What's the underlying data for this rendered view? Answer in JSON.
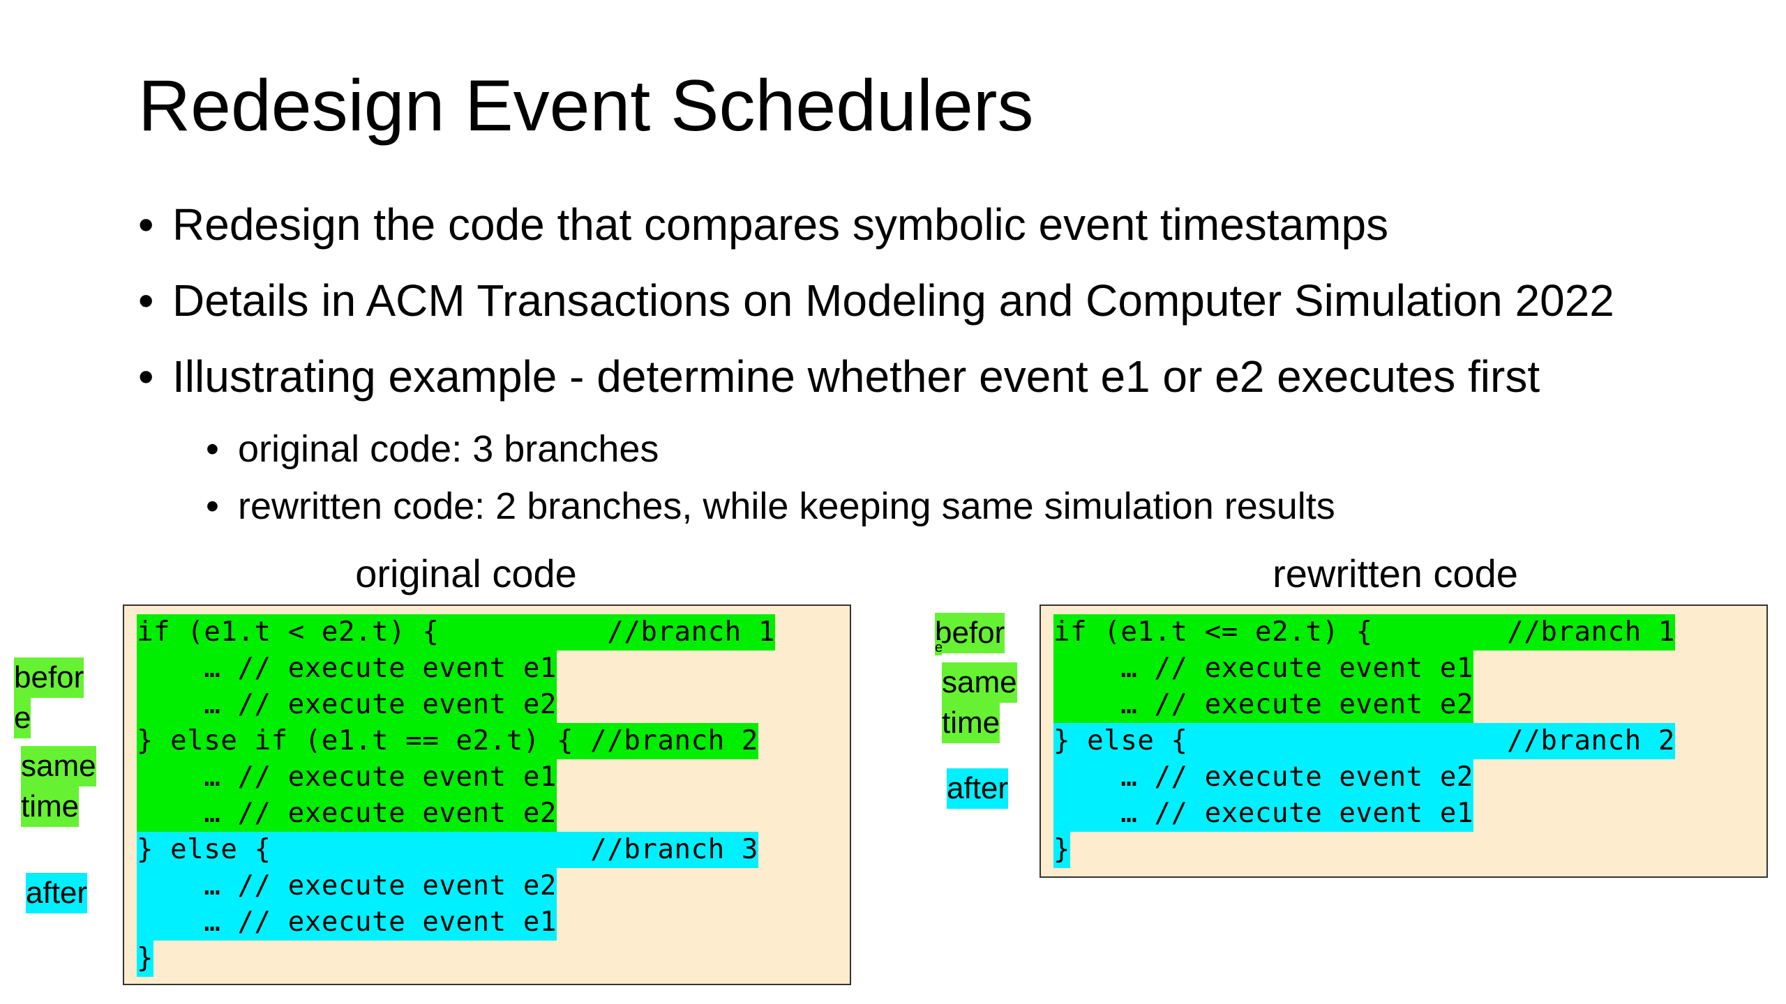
{
  "slide": {
    "title": "Redesign Event Schedulers",
    "bullets": [
      "Redesign the code that compares symbolic event timestamps",
      "Details in ACM Transactions on Modeling and Computer Simulation 2022",
      "Illustrating example -  determine whether event e1 or e2 executes first"
    ],
    "sub_bullets": [
      "original code: 3 branches",
      "rewritten code: 2 branches, while keeping same simulation results"
    ],
    "bullet_glyph": "•"
  },
  "original": {
    "caption": "original code",
    "lines": [
      "if (e1.t < e2.t) {          //branch 1",
      "    … // execute event e1",
      "    … // execute event e2",
      "} else if (e1.t == e2.t) { //branch 2",
      "    … // execute event e1",
      "    … // execute event e2",
      "} else {                   //branch 3",
      "    … // execute event e2",
      "    … // execute event e1",
      "}"
    ],
    "side_labels": [
      "befor",
      "e",
      "same",
      "time",
      "after"
    ]
  },
  "rewritten": {
    "caption": "rewritten code",
    "lines": [
      "if (e1.t <= e2.t) {        //branch 1",
      "    … // execute event e1",
      "    … // execute event e2",
      "} else {                   //branch 2",
      "    … // execute event e2",
      "    … // execute event e1",
      "}"
    ],
    "side_labels": [
      "befor",
      "e",
      "same",
      "time",
      "after"
    ]
  },
  "colors": {
    "before_same_highlight": "#00ee00",
    "after_highlight": "#00f0ff",
    "label_green": "#66f233",
    "code_box_background": "#fdeccd"
  }
}
